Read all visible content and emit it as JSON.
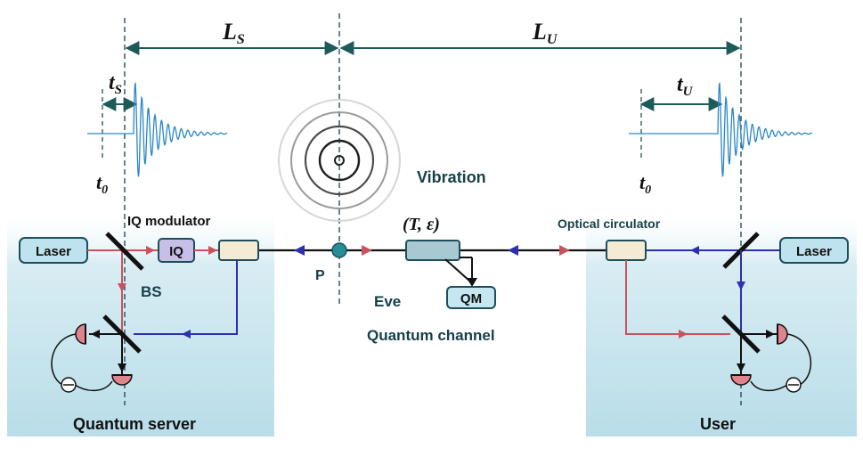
{
  "labels": {
    "ls_main": "L",
    "ls_sub": "S",
    "lu_main": "L",
    "lu_sub": "U",
    "ts_main": "t",
    "ts_sub": "S",
    "tu_main": "t",
    "tu_sub": "U",
    "t0_left_main": "t",
    "t0_left_sub": "0",
    "t0_right_main": "t",
    "t0_right_sub": "0",
    "vibration": "Vibration",
    "iq_modulator": "IQ modulator",
    "optical_circulator": "Optical circulator",
    "bs": "BS",
    "p": "P",
    "eve": "Eve",
    "channel_params": "(T, ε)",
    "quantum_channel": "Quantum channel",
    "quantum_server": "Quantum server",
    "user": "User"
  },
  "components": {
    "laser_left": "Laser",
    "laser_right": "Laser",
    "iq": "IQ",
    "qm": "QM"
  },
  "colors": {
    "panel": "#cfe8f0",
    "box_fill": "#bfe3ee",
    "box_stroke": "#1c4f5a",
    "iq_fill": "#c8bfe8",
    "coupler_fill": "#f5ebd3",
    "red_path": "#c9525e",
    "blue_path": "#2d2fae",
    "waveform": "#2a86c9",
    "detector": "#e0848c",
    "dim_line": "#1d5a5a"
  }
}
